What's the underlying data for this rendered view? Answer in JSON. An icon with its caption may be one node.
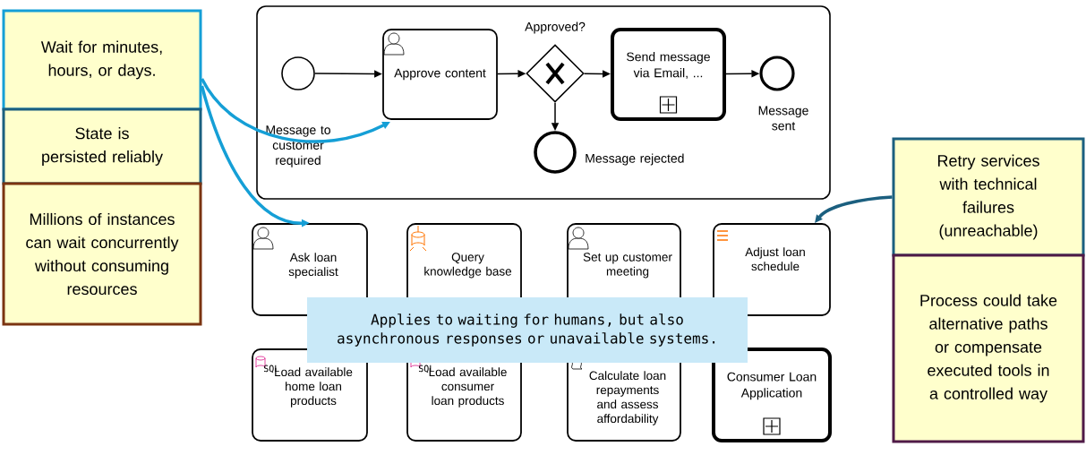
{
  "diagram": {
    "nodes": [
      {
        "text": [],
        "shape": "box"
      },
      {
        "text": [],
        "shape": "circle",
        "in": 0,
        "beside": [
          "Message to customer required"
        ]
      },
      {
        "text": [
          "Approve content"
        ],
        "in": 0
      },
      {
        "text": [],
        "shape": "diamond",
        "in": 0,
        "beside": [
          "Approved?"
        ]
      },
      {
        "text": [
          "Send message via Email, ..."
        ],
        "in": 0
      },
      {
        "text": [],
        "shape": "circle",
        "in": 0,
        "beside": [
          "Message sent"
        ]
      },
      {
        "text": [],
        "shape": "circle",
        "in": 0,
        "beside": [
          "Message rejected"
        ]
      },
      {
        "text": [
          "Wait for minutes, hours, or days."
        ]
      },
      {
        "text": [
          "State is persisted reliably"
        ]
      },
      {
        "text": [
          "Millions of instances can wait concurrently without consuming resources"
        ]
      },
      {
        "text": [
          "Ask loan specialist"
        ]
      },
      {
        "text": [
          "Query knowledge base"
        ]
      },
      {
        "text": [
          "Set up customer meeting"
        ]
      },
      {
        "text": [
          "Adjust loan schedule"
        ]
      },
      {
        "text": [
          "Load available home loan products"
        ]
      },
      {
        "text": [
          "Load available consumer loan products"
        ]
      },
      {
        "text": [
          "Calculate loan repayments and assess affordability"
        ]
      },
      {
        "text": [
          "Consumer Loan Application"
        ]
      },
      {
        "text": [
          "Applies to waiting for humans, but also asynchronous responses or unavailable systems."
        ]
      },
      {
        "text": [
          "Retry services with technical failures (unreachable)"
        ]
      },
      {
        "text": [
          "Process could take alternative paths or compensate executed tools in a controlled way"
        ]
      }
    ],
    "edges": [
      {
        "from": 1,
        "to": 2,
        "arrow": "to"
      },
      {
        "from": 2,
        "to": 3,
        "arrow": "to"
      },
      {
        "from": 3,
        "to": 4,
        "arrow": "to"
      },
      {
        "from": 4,
        "to": 5,
        "arrow": "to"
      },
      {
        "from": 3,
        "to": 6,
        "arrow": "to"
      },
      {
        "from": 7,
        "to": 2,
        "arrow": "to",
        "style": "thick",
        "color": "#159fd6"
      },
      {
        "from": 7,
        "to": 10,
        "arrow": "to",
        "style": "thick",
        "color": "#159fd6"
      },
      {
        "from": 19,
        "to": 13,
        "arrow": "to",
        "style": "thick",
        "color": "#1b5f7f"
      }
    ],
    "labels": [
      "SQL",
      "SQL"
    ]
  }
}
